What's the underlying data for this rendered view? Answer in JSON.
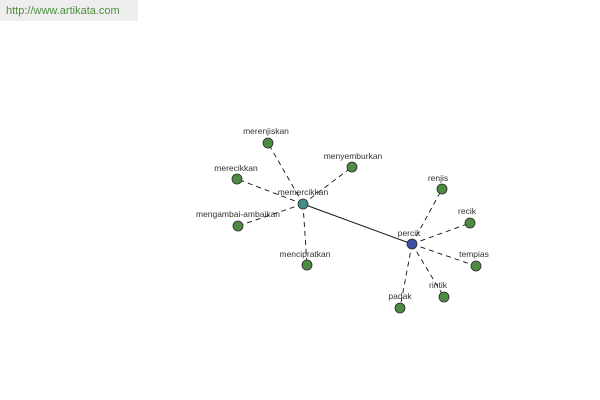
{
  "header": {
    "url": "http://www.artikata.com"
  },
  "colors": {
    "leaf": "#4f8a43",
    "hub_memercikkan": "#3f8f88",
    "hub_percik": "#3f4fa6",
    "stroke": "#2a2a2a",
    "link": "#111111"
  },
  "nodes": [
    {
      "id": "memercikkan",
      "label": "memercikkan",
      "kind": "hub_memercikkan"
    },
    {
      "id": "percik",
      "label": "percik",
      "kind": "hub_percik"
    },
    {
      "id": "merenjiskan",
      "label": "merenjiskan",
      "kind": "leaf"
    },
    {
      "id": "menyemburkan",
      "label": "menyemburkan",
      "kind": "leaf"
    },
    {
      "id": "merecikkan",
      "label": "merecikkan",
      "kind": "leaf"
    },
    {
      "id": "mengambai-ambaikan",
      "label": "mengambai-ambaikan",
      "kind": "leaf"
    },
    {
      "id": "memercikkan-ke",
      "label": "mencipratkan",
      "kind": "leaf"
    },
    {
      "id": "renjis",
      "label": "renjis",
      "kind": "leaf"
    },
    {
      "id": "recik",
      "label": "recik",
      "kind": "leaf"
    },
    {
      "id": "tempias",
      "label": "tempias",
      "kind": "leaf"
    },
    {
      "id": "rintik",
      "label": "rintik",
      "kind": "leaf"
    },
    {
      "id": "padak",
      "label": "padak",
      "kind": "leaf"
    }
  ],
  "edges": [
    {
      "from": "memercikkan",
      "to": "percik",
      "style": "solid"
    },
    {
      "from": "memercikkan",
      "to": "merenjiskan",
      "style": "dashed"
    },
    {
      "from": "memercikkan",
      "to": "menyemburkan",
      "style": "dashed"
    },
    {
      "from": "memercikkan",
      "to": "merecikkan",
      "style": "dashed"
    },
    {
      "from": "memercikkan",
      "to": "mengambai-ambaikan",
      "style": "dashed"
    },
    {
      "from": "memercikkan",
      "to": "memercikkan-ke",
      "style": "dashed"
    },
    {
      "from": "percik",
      "to": "renjis",
      "style": "dashed"
    },
    {
      "from": "percik",
      "to": "recik",
      "style": "dashed"
    },
    {
      "from": "percik",
      "to": "tempias",
      "style": "dashed"
    },
    {
      "from": "percik",
      "to": "rintik",
      "style": "dashed"
    },
    {
      "from": "percik",
      "to": "padak",
      "style": "dashed"
    }
  ]
}
